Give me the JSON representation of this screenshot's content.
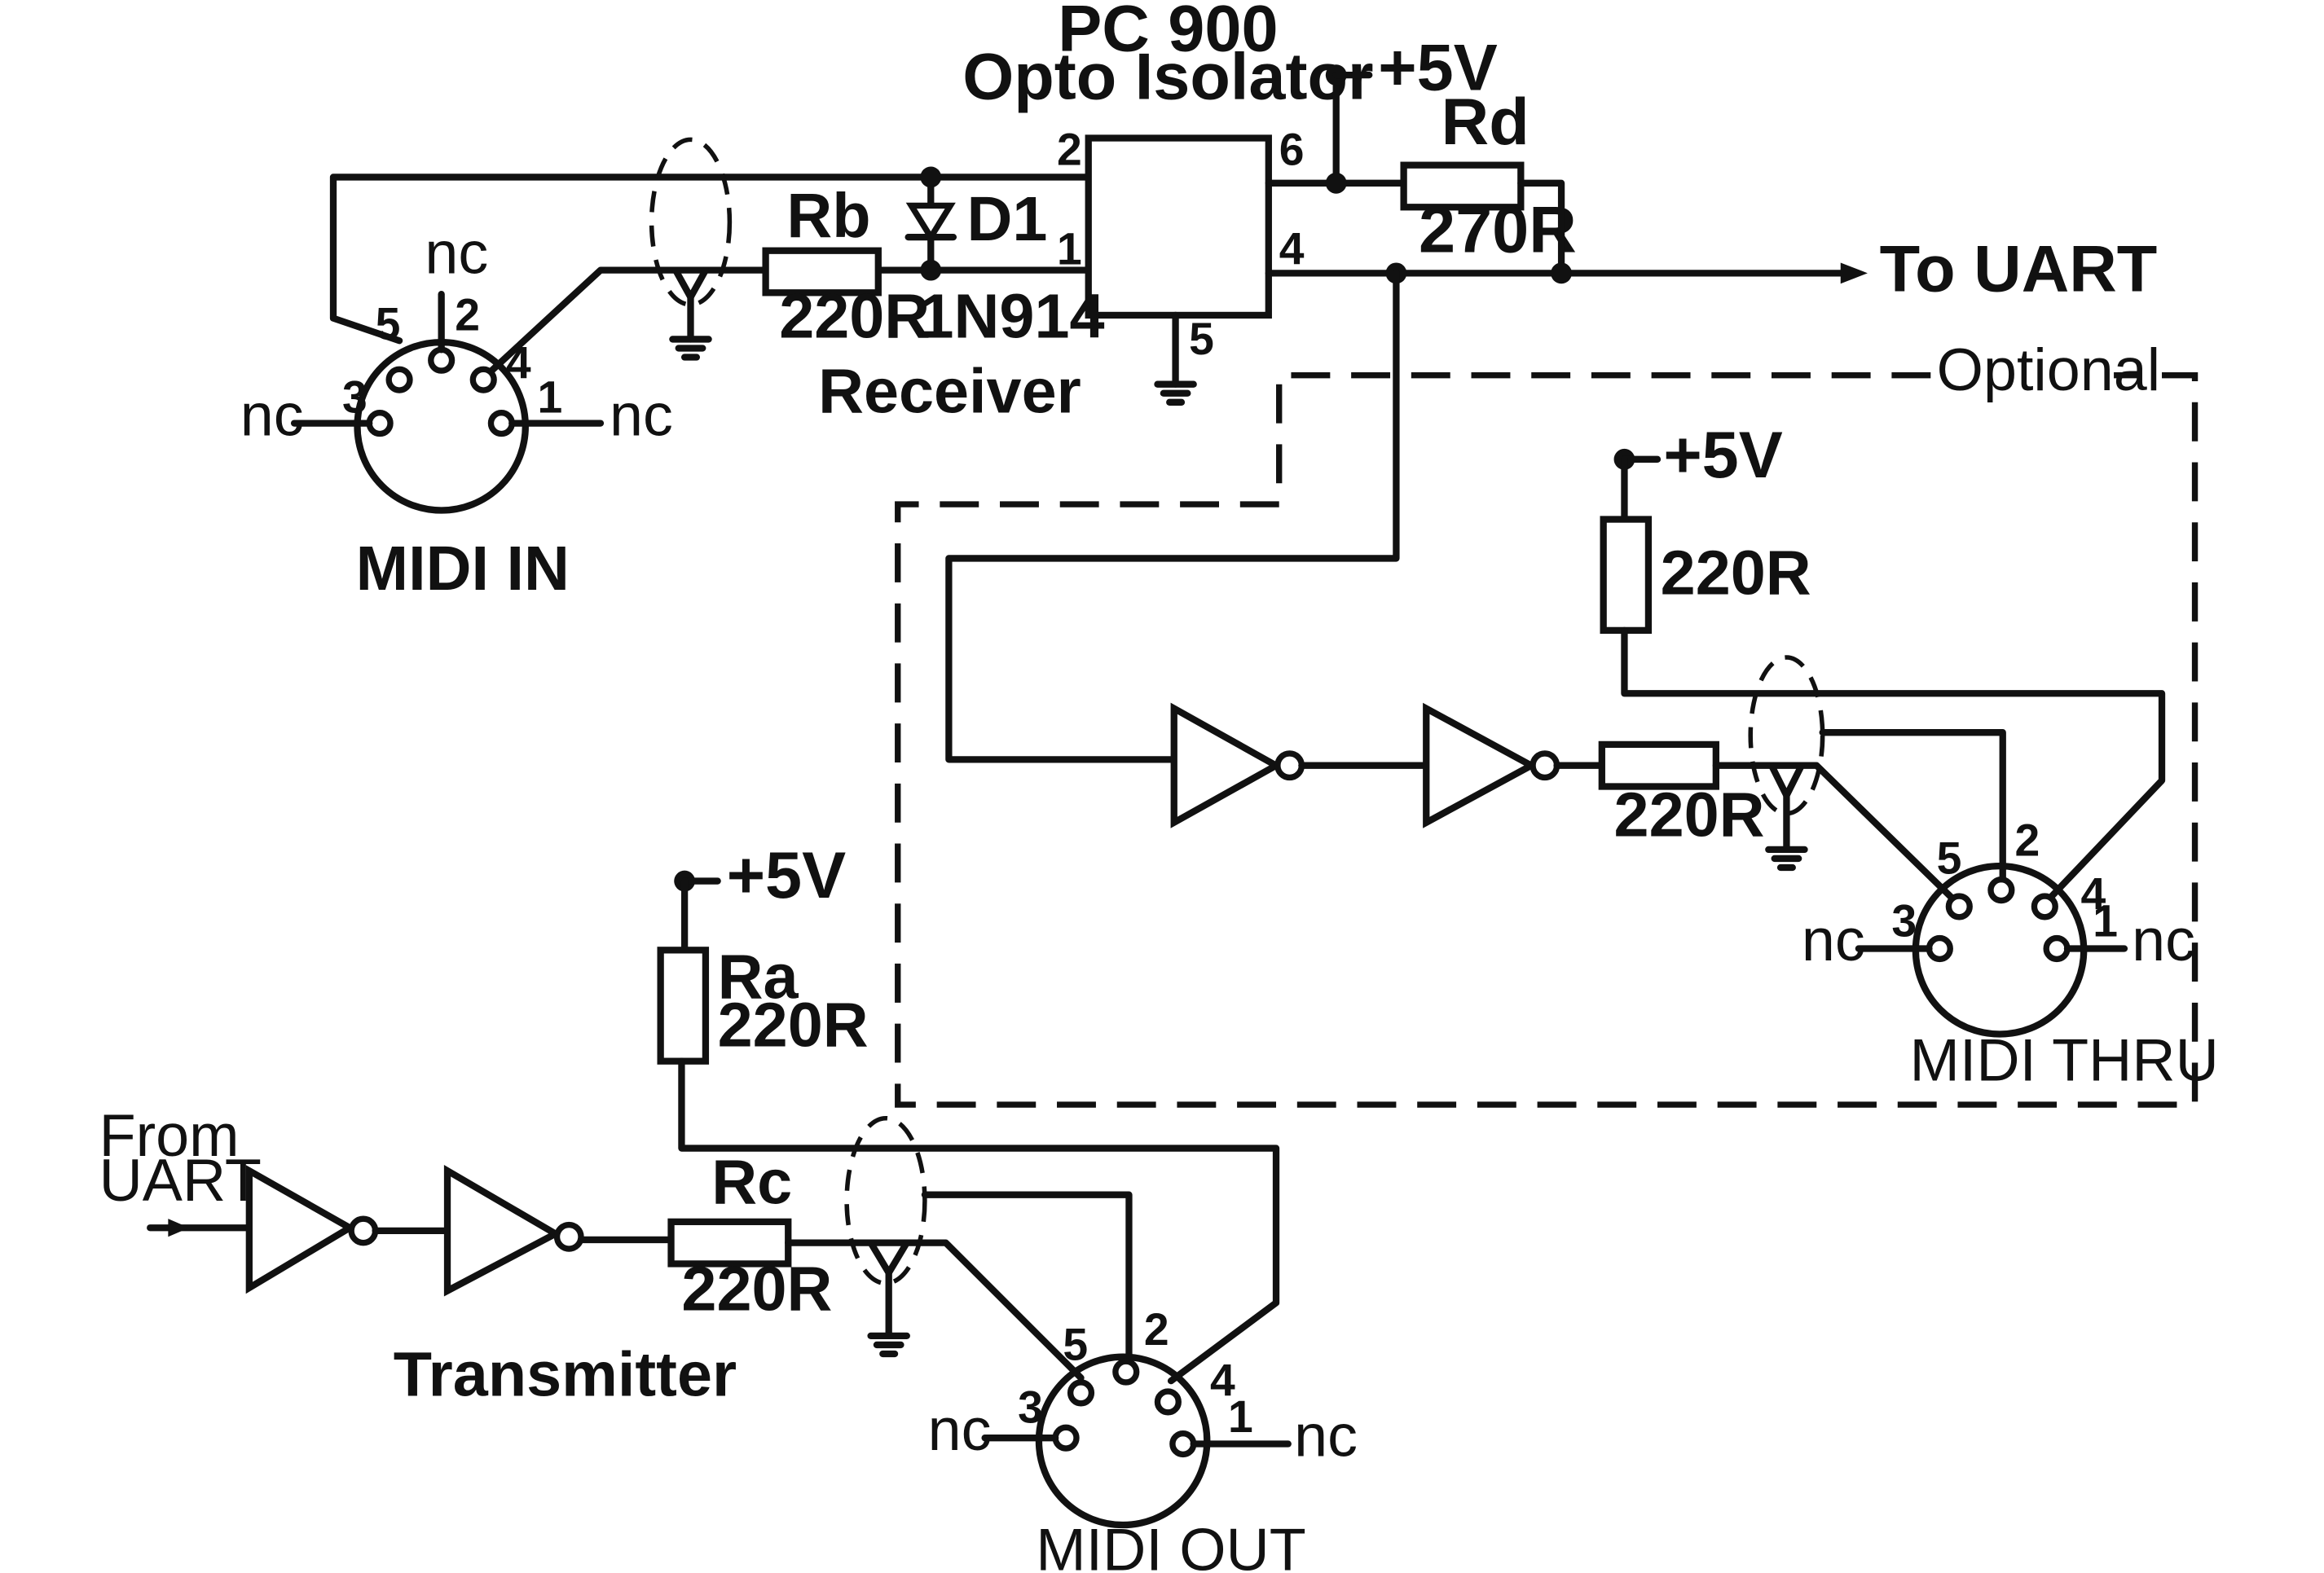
{
  "opto": {
    "name": "PC 900",
    "desc": "Opto Isolator",
    "pin2": "2",
    "pin1": "1",
    "pin6": "6",
    "pin4": "4",
    "pin5": "5"
  },
  "supply": {
    "label": "+5V"
  },
  "rd": {
    "name": "Rd",
    "value": "270R"
  },
  "rb": {
    "name": "Rb",
    "value": "220R"
  },
  "d1": {
    "name": "D1",
    "part": "1N914"
  },
  "ra": {
    "name": "Ra",
    "value": "220R"
  },
  "rc": {
    "name": "Rc",
    "value": "220R"
  },
  "thru_pullup": {
    "value": "220R"
  },
  "thru_series": {
    "value": "220R"
  },
  "uart_out": {
    "label": "To UART"
  },
  "uart_in": {
    "line1": "From",
    "line2": "UART"
  },
  "receiver": {
    "label": "Receiver"
  },
  "transmitter": {
    "label": "Transmitter"
  },
  "optional": {
    "label": "Optional"
  },
  "connector": {
    "nc": "nc",
    "pin1": "1",
    "pin2": "2",
    "pin3": "3",
    "pin4": "4",
    "pin5": "5"
  },
  "midi_in": {
    "label": "MIDI IN"
  },
  "midi_thru": {
    "label": "MIDI THRU"
  },
  "midi_out": {
    "label": "MIDI OUT"
  }
}
